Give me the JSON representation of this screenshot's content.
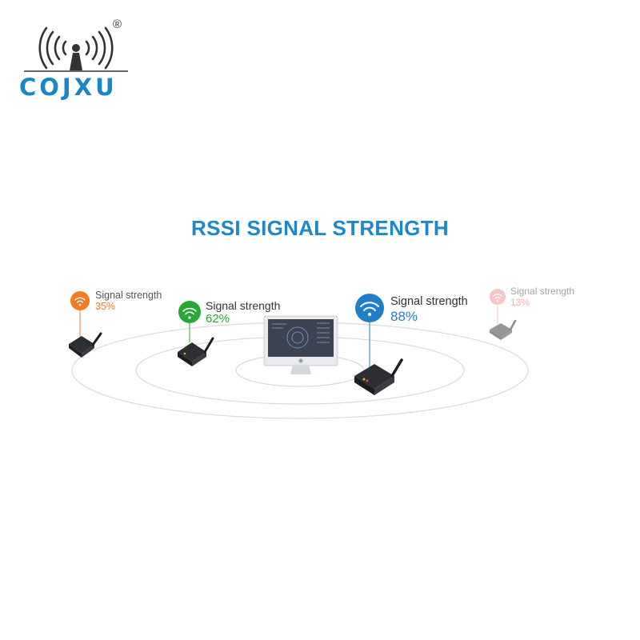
{
  "brand": {
    "name": "COJXU",
    "registered": "®",
    "color": "#1787c9"
  },
  "title": "RSSI SIGNAL STRENGTH",
  "nodes": [
    {
      "caption": "Signal strength",
      "value": "35%",
      "color": "#f47a25",
      "icon": "wifi-icon"
    },
    {
      "caption": "Signal strength",
      "value": "62%",
      "color": "#27a836",
      "icon": "wifi-icon"
    },
    {
      "caption": "Signal strength",
      "value": "88%",
      "color": "#1f7fc8",
      "icon": "wifi-icon"
    },
    {
      "caption": "Signal strength",
      "value": "13%",
      "color": "#f08c8c",
      "icon": "wifi-icon"
    }
  ],
  "center_device": {
    "icon": "computer-monitor-icon"
  }
}
